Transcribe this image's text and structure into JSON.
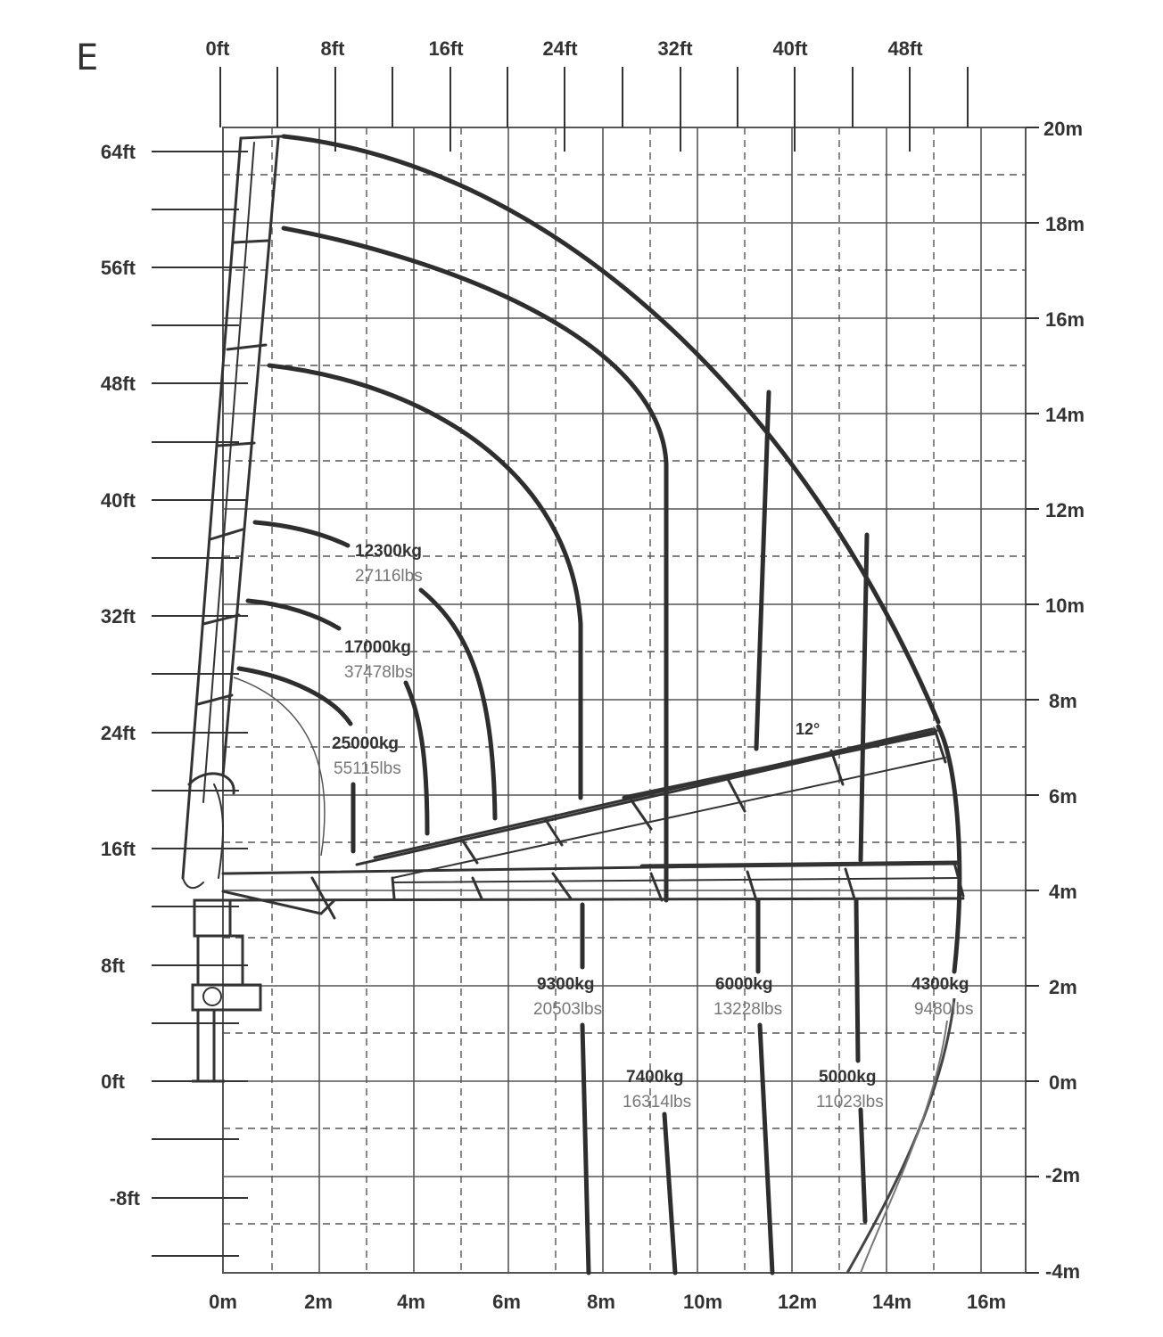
{
  "figure_letter": "E",
  "top_axis_ft": [
    "0ft",
    "8ft",
    "16ft",
    "24ft",
    "32ft",
    "40ft",
    "48ft"
  ],
  "left_axis_ft": [
    "64ft",
    "56ft",
    "48ft",
    "40ft",
    "32ft",
    "24ft",
    "16ft",
    "8ft",
    "0ft",
    "-8ft"
  ],
  "right_axis_m": [
    "20m",
    "18m",
    "16m",
    "14m",
    "12m",
    "10m",
    "8m",
    "6m",
    "4m",
    "2m",
    "0m",
    "-2m",
    "-4m"
  ],
  "bottom_axis_m": [
    "0m",
    "2m",
    "4m",
    "6m",
    "8m",
    "10m",
    "12m",
    "14m",
    "16m"
  ],
  "boom_angle_label": "12°",
  "capacities": [
    {
      "kg": "12300kg",
      "lbs": "27116lbs"
    },
    {
      "kg": "17000kg",
      "lbs": "37478lbs"
    },
    {
      "kg": "25000kg",
      "lbs": "55115lbs"
    },
    {
      "kg": "9300kg",
      "lbs": "20503lbs"
    },
    {
      "kg": "7400kg",
      "lbs": "16314lbs"
    },
    {
      "kg": "6000kg",
      "lbs": "13228lbs"
    },
    {
      "kg": "5000kg",
      "lbs": "11023lbs"
    },
    {
      "kg": "4300kg",
      "lbs": "9480lbs"
    }
  ],
  "colors": {
    "ink": "#333333",
    "grid": "#555555",
    "lbs": "#777777",
    "background": "#ffffff"
  }
}
